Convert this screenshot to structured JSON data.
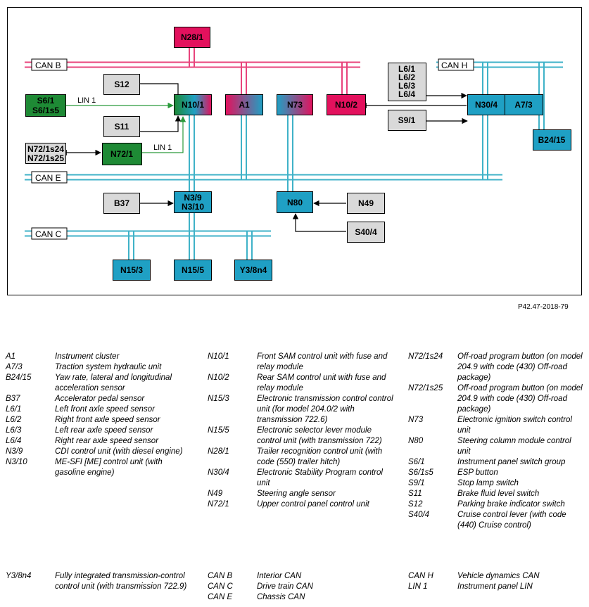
{
  "reference": "P42.47-2018-79",
  "colors": {
    "can_b": "#e8447c",
    "can_teal": "#3fb2c8",
    "lin": "#2a9a3a",
    "magenta": "#e3115d",
    "blue": "#1fa0c4",
    "green": "#1e8a35",
    "gray": "#d9d9d9"
  },
  "buses": {
    "can_b": "CAN B",
    "can_h": "CAN H",
    "can_e": "CAN E",
    "can_c": "CAN C",
    "lin_1_top": "LIN 1",
    "lin_1_bottom": "LIN 1"
  },
  "boxes": {
    "N28_1": [
      "N28/1"
    ],
    "S12": [
      "S12"
    ],
    "S11": [
      "S11"
    ],
    "S6_1": [
      "S6/1",
      "S6/1s5"
    ],
    "N10_1": [
      "N10/1"
    ],
    "A1": [
      "A1"
    ],
    "N73": [
      "N73"
    ],
    "N10_2": [
      "N10/2"
    ],
    "L6": [
      "L6/1",
      "L6/2",
      "L6/3",
      "L6/4"
    ],
    "S9_1": [
      "S9/1"
    ],
    "N30_4": [
      "N30/4"
    ],
    "A7_3": [
      "A7/3"
    ],
    "B24_15": [
      "B24/15"
    ],
    "N72_1s": [
      "N72/1s24",
      "N72/1s25"
    ],
    "N72_1": [
      "N72/1"
    ],
    "B37": [
      "B37"
    ],
    "N3_9": [
      "N3/9",
      "N3/10"
    ],
    "N80": [
      "N80"
    ],
    "N49": [
      "N49"
    ],
    "S40_4": [
      "S40/4"
    ],
    "N15_3": [
      "N15/3"
    ],
    "N15_5": [
      "N15/5"
    ],
    "Y3_8n4": [
      "Y3/8n4"
    ]
  },
  "legend": {
    "col1": [
      {
        "code": "A1",
        "desc": "Instrument cluster"
      },
      {
        "code": "A7/3",
        "desc": "Traction system hydraulic unit"
      },
      {
        "code": "B24/15",
        "desc": "Yaw rate, lateral and longitudinal acceleration sensor"
      },
      {
        "code": "B37",
        "desc": "Accelerator pedal sensor"
      },
      {
        "code": "L6/1",
        "desc": "Left front axle speed sensor"
      },
      {
        "code": "L6/2",
        "desc": "Right front axle speed sensor"
      },
      {
        "code": "L6/3",
        "desc": "Left rear axle speed sensor"
      },
      {
        "code": "L6/4",
        "desc": "Right rear axle speed sensor"
      },
      {
        "code": "N3/9",
        "desc": "CDI control unit (with diesel engine)"
      },
      {
        "code": "N3/10",
        "desc": "ME-SFI [ME] control unit (with gasoline engine)"
      }
    ],
    "col2": [
      {
        "code": "N10/1",
        "desc": "Front SAM control unit with fuse and relay module"
      },
      {
        "code": "N10/2",
        "desc": "Rear SAM control unit with fuse and relay module"
      },
      {
        "code": "N15/3",
        "desc": "Electronic transmission control control unit (for model 204.0/2 with transmission 722.6)"
      },
      {
        "code": "N15/5",
        "desc": "Electronic selector lever module control unit (with transmission 722)"
      },
      {
        "code": "N28/1",
        "desc": "Trailer recognition control unit (with code (550) trailer hitch)"
      },
      {
        "code": "N30/4",
        "desc": "Electronic Stability Program control unit"
      },
      {
        "code": "N49",
        "desc": "Steering angle sensor"
      },
      {
        "code": "N72/1",
        "desc": "Upper control panel control unit"
      }
    ],
    "col3": [
      {
        "code": "N72/1s24",
        "desc": "Off-road program button (on model 204.9 with code (430) Off-road package)"
      },
      {
        "code": "N72/1s25",
        "desc": "Off-road program button (on model 204.9 with code (430) Off-road package)"
      },
      {
        "code": "N73",
        "desc": "Electronic ignition switch control unit"
      },
      {
        "code": "N80",
        "desc": "Steering column module control unit"
      },
      {
        "code": "S6/1",
        "desc": "Instrument panel switch group"
      },
      {
        "code": "S6/1s5",
        "desc": "ESP button"
      },
      {
        "code": "S9/1",
        "desc": "Stop lamp switch"
      },
      {
        "code": "S11",
        "desc": "Brake fluid level switch"
      },
      {
        "code": "S12",
        "desc": "Parking brake indicator switch"
      },
      {
        "code": "S40/4",
        "desc": "Cruise control lever (with code (440) Cruise control)"
      }
    ],
    "bottom1": [
      {
        "code": "Y3/8n4",
        "desc": "Fully integrated transmission-control control unit (with transmission 722.9)"
      }
    ],
    "bottom2": [
      {
        "code": "CAN B",
        "desc": "Interior CAN"
      },
      {
        "code": "CAN C",
        "desc": "Drive train CAN"
      },
      {
        "code": "CAN E",
        "desc": "Chassis CAN"
      }
    ],
    "bottom3": [
      {
        "code": "CAN H",
        "desc": "Vehicle dynamics CAN"
      },
      {
        "code": "LIN 1",
        "desc": "Instrument panel LIN"
      }
    ]
  }
}
